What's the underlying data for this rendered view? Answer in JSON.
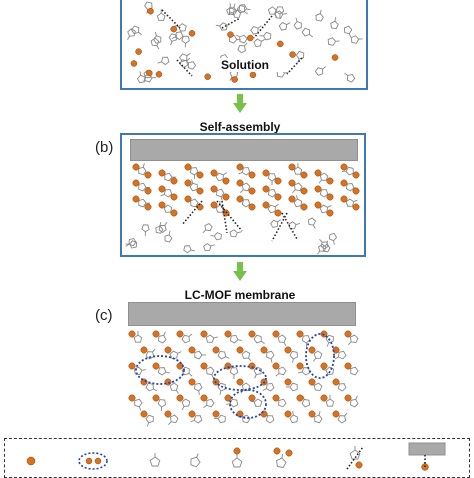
{
  "colors": {
    "frame": "#3e78b7",
    "substrate": "#a9a9a9",
    "metal_node": "#d9721f",
    "ligand": "#888888",
    "arrow": "#79c24a",
    "highlight": "#2344a8"
  },
  "panels": {
    "a": {
      "caption": "Solution"
    },
    "b": {
      "letter": "(b)",
      "caption": "Self-assembly"
    },
    "c": {
      "letter": "(c)",
      "caption": "LC-MOF membrane"
    }
  },
  "legend": {
    "items": [
      "metal-ion-icon",
      "metal-cluster-icon",
      "ligand-icon",
      "ligand-icon",
      "coordination-unit-icon",
      "coordination-unit-icon",
      "coordination-unit-icon",
      "coordination-unit-icon",
      "substrate-icon"
    ]
  }
}
